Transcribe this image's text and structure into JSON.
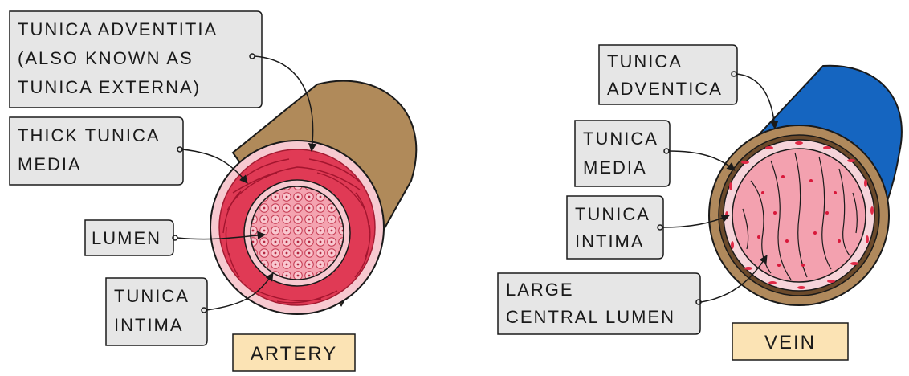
{
  "artery": {
    "title": "ARTERY",
    "labels": {
      "adventitia": [
        "TUNICA ADVENTITIA",
        "(ALSO KNOWN AS",
        "TUNICA EXTERNA)"
      ],
      "media": [
        "THICK TUNICA",
        "MEDIA"
      ],
      "lumen": [
        "LUMEN"
      ],
      "intima": [
        "TUNICA",
        "INTIMA"
      ]
    }
  },
  "vein": {
    "title": "VEIN",
    "labels": {
      "adventitia": [
        "TUNICA",
        "ADVENTICA"
      ],
      "media": [
        "TUNICA",
        "MEDIA"
      ],
      "intima": [
        "TUNICA",
        "INTIMA"
      ],
      "lumen": [
        "LARGE",
        "CENTRAL LUMEN"
      ]
    }
  },
  "colors": {
    "label_box": "#e6e6e6",
    "title_box": "#fbe3b4",
    "artery_outer": "#b08a5a",
    "artery_muscle": "#e03a55",
    "artery_inner_pink": "#f7c9d0",
    "vein_outer": "#1565c0",
    "vein_ring": "#b0895c",
    "vein_lumen": "#f3a1af"
  }
}
